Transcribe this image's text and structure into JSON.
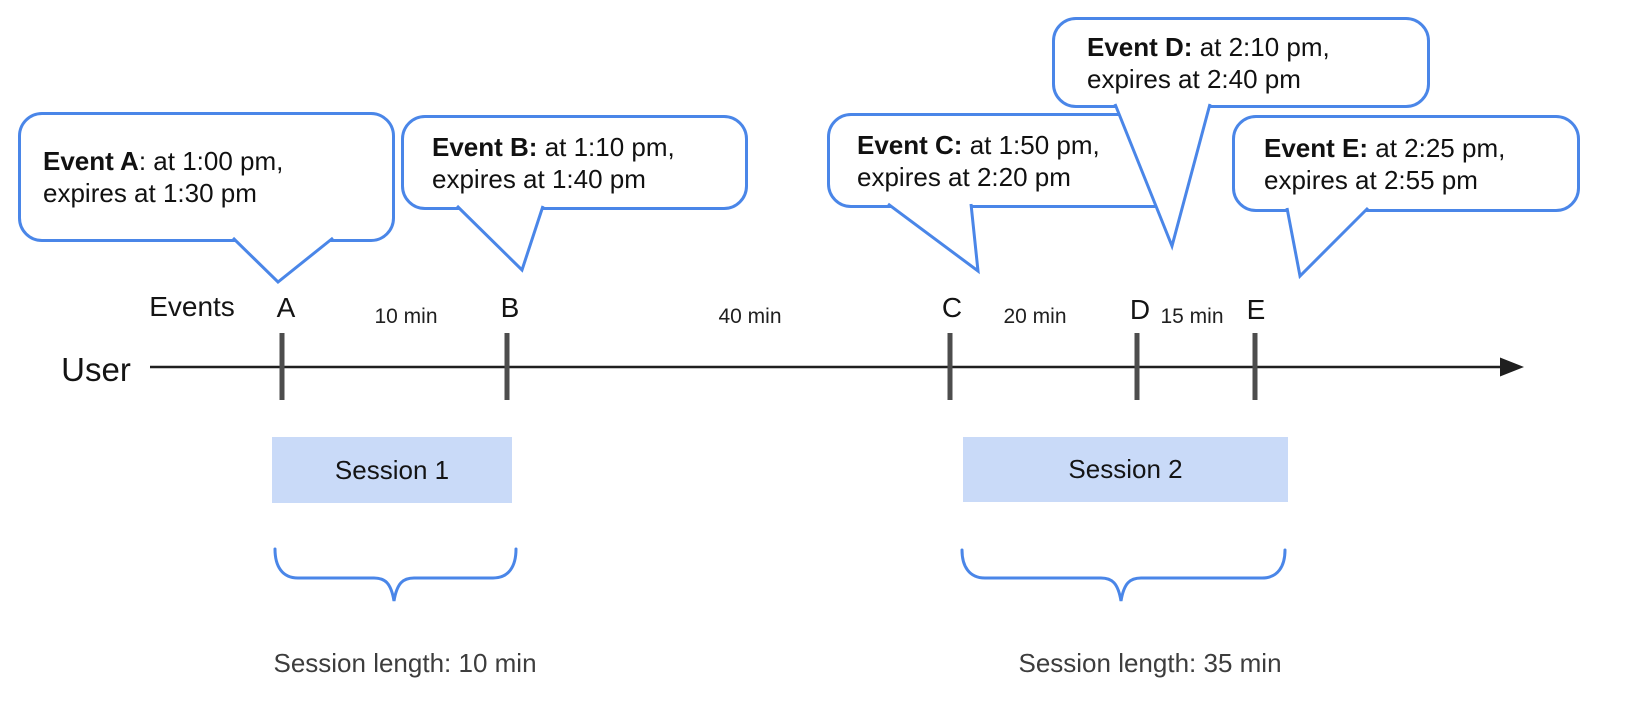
{
  "colors": {
    "accent_blue": "#4a86e8",
    "session_fill": "#c9daf8",
    "tick_gray": "#4d4d4d",
    "line_color": "#1f1f1f",
    "length_text": "#3d3d3d"
  },
  "axis": {
    "events_label": "Events",
    "user_label": "User"
  },
  "bubbles": [
    {
      "bold": "Event A",
      "line1_rest": ": at 1:00 pm,",
      "line2": "expires at 1:30 pm"
    },
    {
      "bold": "Event B:",
      "line1_rest": " at 1:10 pm,",
      "line2": "expires at 1:40 pm"
    },
    {
      "bold": "Event C:",
      "line1_rest": " at 1:50 pm,",
      "line2": "expires at 2:20 pm"
    },
    {
      "bold": "Event D:",
      "line1_rest": " at 2:10 pm,",
      "line2": "expires at 2:40 pm"
    },
    {
      "bold": "Event E:",
      "line1_rest": " at 2:25 pm,",
      "line2": "expires at 2:55 pm"
    }
  ],
  "ticks": [
    {
      "label": "A"
    },
    {
      "label": "B"
    },
    {
      "label": "C"
    },
    {
      "label": "D"
    },
    {
      "label": "E"
    }
  ],
  "intervals": [
    {
      "label": "10 min"
    },
    {
      "label": "40 min"
    },
    {
      "label": "20 min"
    },
    {
      "label": "15 min"
    }
  ],
  "sessions": [
    {
      "label": "Session 1",
      "length": "Session length: 10 min"
    },
    {
      "label": "Session 2",
      "length": "Session length: 35 min"
    }
  ]
}
